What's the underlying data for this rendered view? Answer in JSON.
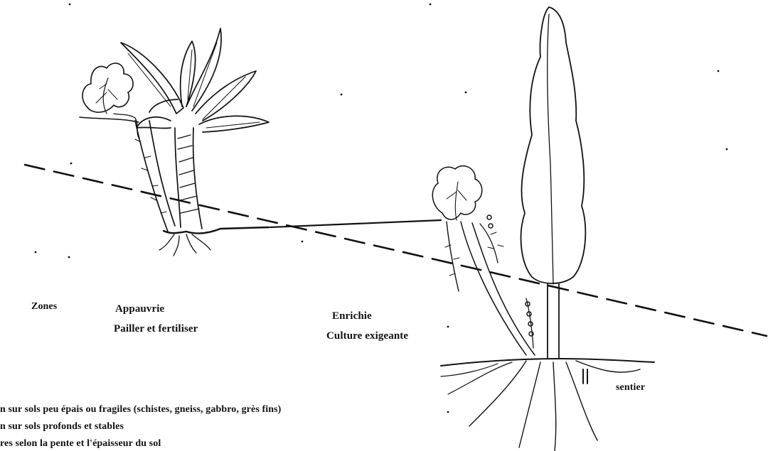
{
  "labels": {
    "zones": "Zones",
    "appauvrie": "Appauvrie",
    "pailler": "Pailler et fertiliser",
    "enrichie": "Enrichie",
    "culture": "Culture exigeante",
    "sentier": "sentier"
  },
  "notes": [
    "n sur sols peu épais ou fragiles (schistes, gneiss, gabbro, grès fins)",
    "n sur sols profonds et stables",
    "res selon la pente et l'épaisseur du sol"
  ],
  "colors": {
    "ink": "#111111",
    "paper": "#ffffff"
  }
}
